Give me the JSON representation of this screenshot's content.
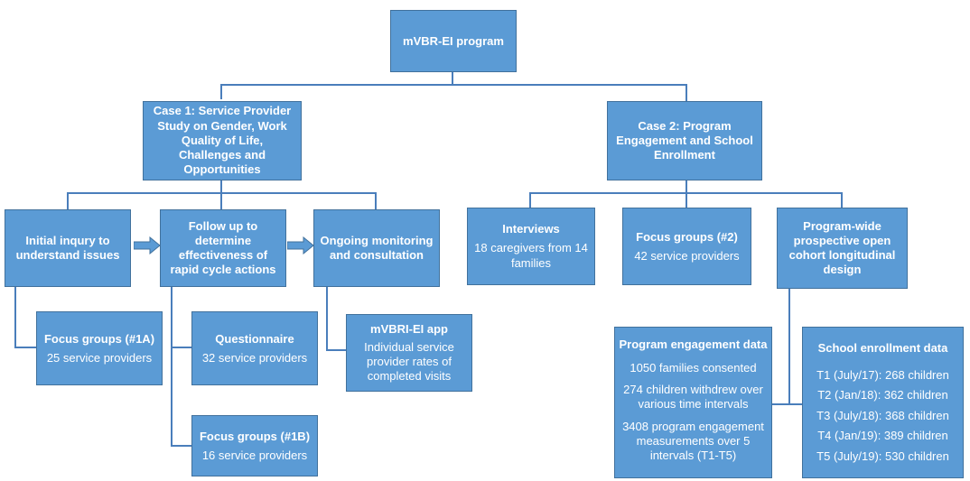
{
  "root": {
    "title": "mVBR-EI program"
  },
  "case1": {
    "title": "Case 1: Service Provider Study on Gender, Work Quality of Life, Challenges and Opportunities",
    "initial": {
      "title": "Initial inqury to understand issues"
    },
    "followup": {
      "title": "Follow up to determine effectiveness of rapid cycle actions"
    },
    "ongoing": {
      "title": "Ongoing monitoring and consultation"
    },
    "focus1a": {
      "title": "Focus groups (#1A)",
      "text": "25 service providers"
    },
    "questionnaire": {
      "title": "Questionnaire",
      "text": "32 service providers"
    },
    "focus1b": {
      "title": "Focus groups (#1B)",
      "text": "16 service providers"
    },
    "app": {
      "title": "mVBRI-EI app",
      "text": "Individual service provider rates of completed visits"
    }
  },
  "case2": {
    "title": "Case 2: Program Engagement and School Enrollment",
    "interviews": {
      "title": "Interviews",
      "text": "18 caregivers from 14 families"
    },
    "focus2": {
      "title": "Focus groups (#2)",
      "text": "42 service providers"
    },
    "cohort": {
      "title": "Program-wide prospective open cohort longitudinal design"
    },
    "engagement": {
      "title": "Program engagement data",
      "lines": [
        "1050 families consented",
        "274 children withdrew over various time intervals",
        "3408 program engagement measurements over 5 intervals (T1-T5)"
      ]
    },
    "enrollment": {
      "title": "School enrollment data",
      "lines": [
        "T1 (July/17): 268 children",
        "T2 (Jan/18): 362 children",
        "T3 (July/18): 368 children",
        "T4 (Jan/19): 389 children",
        "T5 (July/19): 530 children"
      ]
    }
  },
  "colors": {
    "box_fill": "#5b9bd5",
    "box_border": "#41719c",
    "connector": "#4a7ebb"
  }
}
